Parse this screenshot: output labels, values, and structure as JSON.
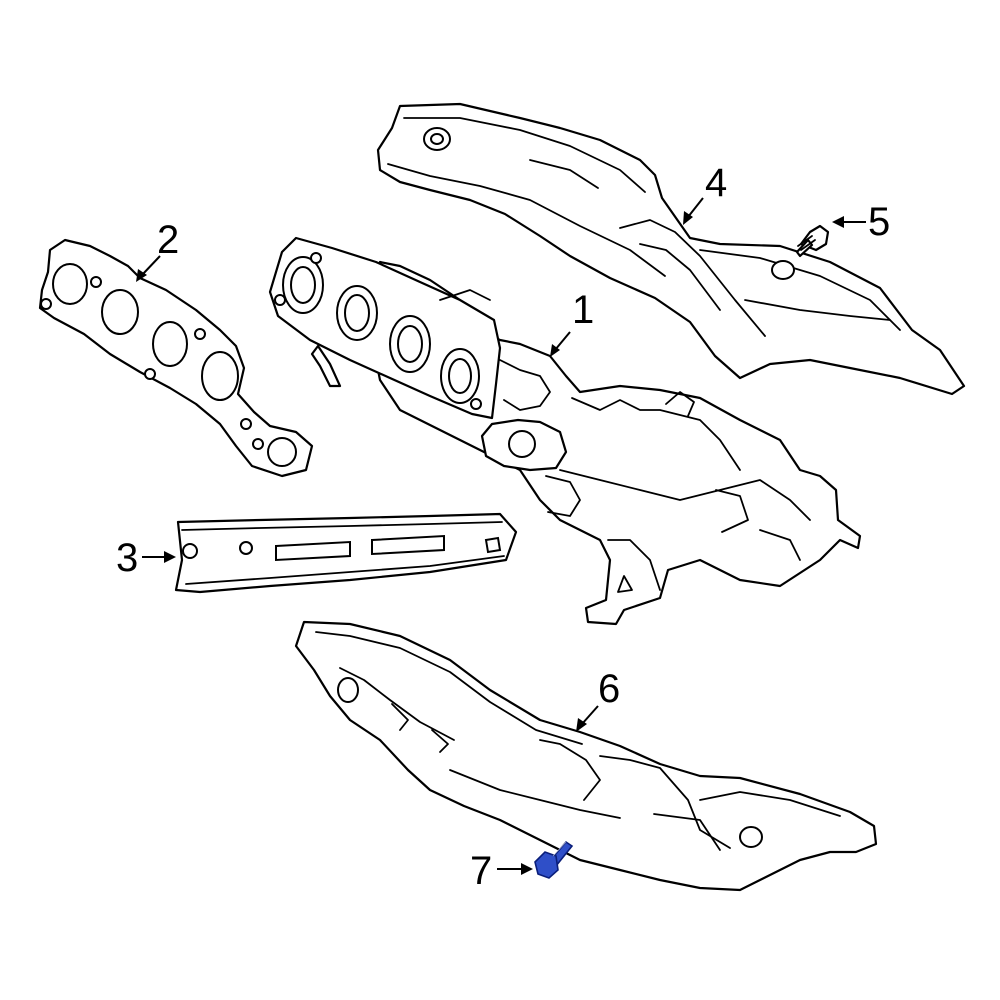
{
  "diagram": {
    "highlight_color": "#2f4fc8",
    "line_color": "#000000",
    "callouts": [
      {
        "label": "1"
      },
      {
        "label": "2"
      },
      {
        "label": "3"
      },
      {
        "label": "4"
      },
      {
        "label": "5"
      },
      {
        "label": "6"
      },
      {
        "label": "7"
      }
    ]
  }
}
